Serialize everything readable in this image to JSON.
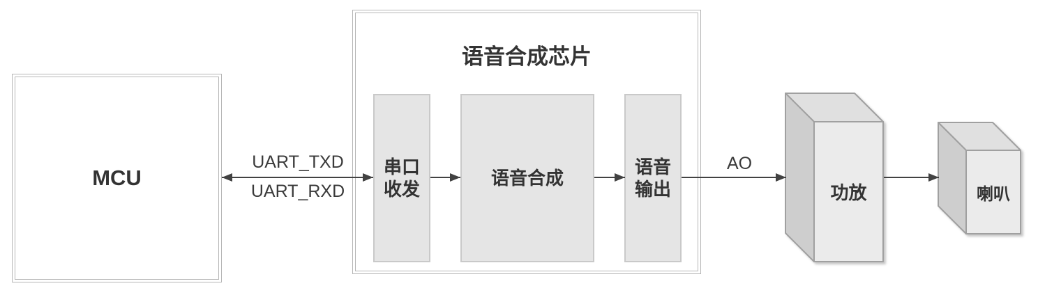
{
  "diagram": {
    "nodes": {
      "mcu": {
        "label": "MCU"
      },
      "chip": {
        "title": "语音合成芯片",
        "blocks": {
          "uart": {
            "label": "串口\n收发"
          },
          "synth": {
            "label": "语音合成"
          },
          "output": {
            "label": "语音\n输出"
          }
        }
      },
      "amp": {
        "label": "功放"
      },
      "speaker": {
        "label": "喇叭"
      }
    },
    "connections": {
      "mcu_uart": {
        "label_top": "UART_TXD",
        "label_bottom": "UART_RXD"
      },
      "output_amp": {
        "label": "AO"
      }
    },
    "colors": {
      "border_gray": "#b5b5b5",
      "block_fill": "#e5e5e5",
      "block_border": "#c9c9c9",
      "arrow": "#424242",
      "text": "#333333",
      "face_front": "#ebebeb",
      "face_top": "#e0e0e0",
      "face_side": "#cecece",
      "face_stroke": "#a0a0a0"
    }
  }
}
